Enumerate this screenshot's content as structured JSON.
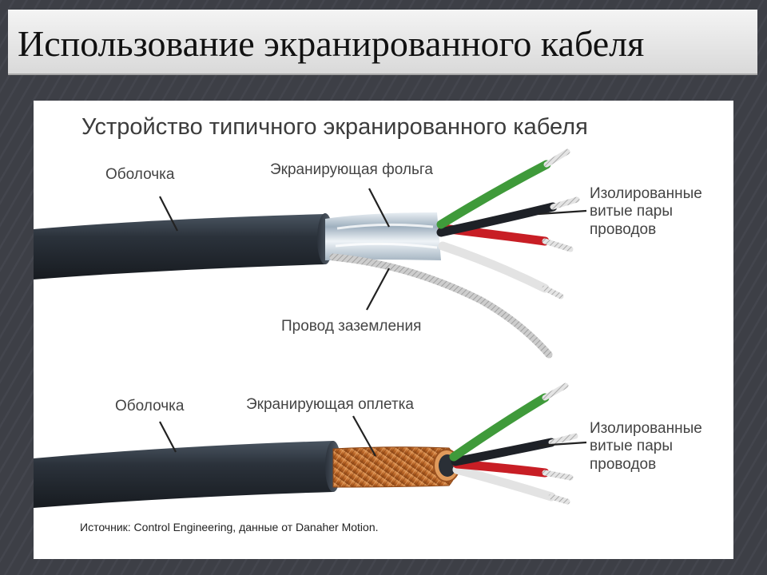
{
  "slide": {
    "title": "Использование экранированного кабеля"
  },
  "figure": {
    "title": "Устройство типичного экранированного кабеля",
    "top_cable": {
      "jacket_label": "Оболочка",
      "shield_label": "Экранирующая фольга",
      "pairs_label": [
        "Изолированные",
        "витые пары",
        "проводов"
      ],
      "drain_label": "Провод заземления"
    },
    "bottom_cable": {
      "jacket_label": "Оболочка",
      "shield_label": "Экранирующая оплетка",
      "pairs_label": [
        "Изолированные",
        "витые пары",
        "проводов"
      ]
    },
    "source": "Источник: Control Engineering, данные от Danaher Motion."
  },
  "colors": {
    "jacket": "#252b33",
    "foil": "#c9d3dc",
    "braid": "#c8783a",
    "wire_green": "#3f9a3a",
    "wire_black": "#1e2127",
    "wire_red": "#c81e25",
    "wire_white": "#eeeeee"
  }
}
